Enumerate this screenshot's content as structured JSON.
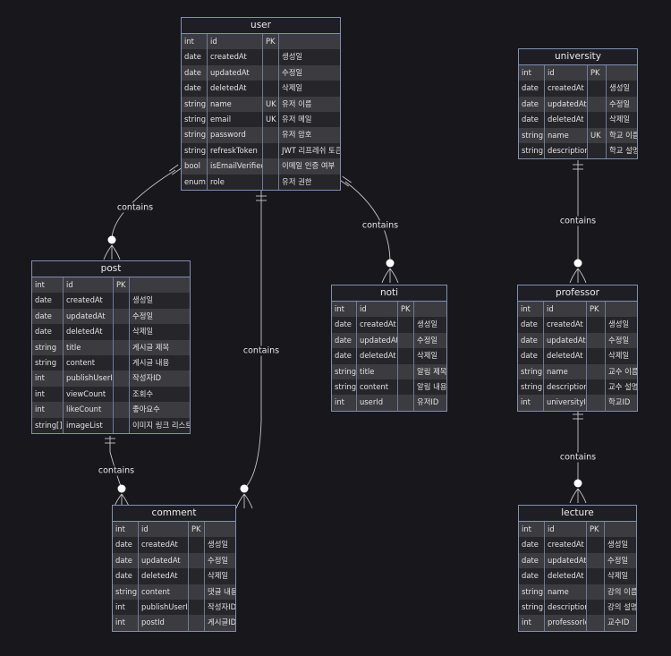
{
  "entities": {
    "user": {
      "title": "user",
      "rows": [
        [
          "int",
          "id",
          "PK",
          ""
        ],
        [
          "date",
          "createdAt",
          "",
          "생성일"
        ],
        [
          "date",
          "updatedAt",
          "",
          "수정일"
        ],
        [
          "date",
          "deletedAt",
          "",
          "삭제일"
        ],
        [
          "string",
          "name",
          "UK",
          "유저 이름"
        ],
        [
          "string",
          "email",
          "UK",
          "유저 메일"
        ],
        [
          "string",
          "password",
          "",
          "유저 암호"
        ],
        [
          "string",
          "refreskToken",
          "",
          "JWT 리프레쉬 토큰"
        ],
        [
          "bool",
          "isEmailVerified",
          "",
          "이메일 인증 여부"
        ],
        [
          "enum",
          "role",
          "",
          "유저 권한"
        ]
      ]
    },
    "university": {
      "title": "university",
      "rows": [
        [
          "int",
          "id",
          "PK",
          ""
        ],
        [
          "date",
          "createdAt",
          "",
          "생성일"
        ],
        [
          "date",
          "updatedAt",
          "",
          "수정일"
        ],
        [
          "date",
          "deletedAt",
          "",
          "삭제일"
        ],
        [
          "string",
          "name",
          "UK",
          "학교 이름"
        ],
        [
          "string",
          "description",
          "",
          "학교 설명"
        ]
      ]
    },
    "post": {
      "title": "post",
      "rows": [
        [
          "int",
          "id",
          "PK",
          ""
        ],
        [
          "date",
          "createdAt",
          "",
          "생성일"
        ],
        [
          "date",
          "updatedAt",
          "",
          "수정일"
        ],
        [
          "date",
          "deletedAt",
          "",
          "삭제일"
        ],
        [
          "string",
          "title",
          "",
          "게시글 제목"
        ],
        [
          "string",
          "content",
          "",
          "게시글 내용"
        ],
        [
          "int",
          "publishUserId",
          "",
          "작성자ID"
        ],
        [
          "int",
          "viewCount",
          "",
          "조회수"
        ],
        [
          "int",
          "likeCount",
          "",
          "좋아요수"
        ],
        [
          "string[]",
          "imageList",
          "",
          "이미지 링크 리스트"
        ]
      ]
    },
    "noti": {
      "title": "noti",
      "rows": [
        [
          "int",
          "id",
          "PK",
          ""
        ],
        [
          "date",
          "createdAt",
          "",
          "생성일"
        ],
        [
          "date",
          "updatedAt",
          "",
          "수정일"
        ],
        [
          "date",
          "deletedAt",
          "",
          "삭제일"
        ],
        [
          "string",
          "title",
          "",
          "알림 제목"
        ],
        [
          "string",
          "content",
          "",
          "알림 내용"
        ],
        [
          "int",
          "userId",
          "",
          "유저ID"
        ]
      ]
    },
    "professor": {
      "title": "professor",
      "rows": [
        [
          "int",
          "id",
          "PK",
          ""
        ],
        [
          "date",
          "createdAt",
          "",
          "생성일"
        ],
        [
          "date",
          "updatedAt",
          "",
          "수정일"
        ],
        [
          "date",
          "deletedAt",
          "",
          "삭제일"
        ],
        [
          "string",
          "name",
          "",
          "교수 이름"
        ],
        [
          "string",
          "description",
          "",
          "교수 설명"
        ],
        [
          "int",
          "universityId",
          "",
          "학교ID"
        ]
      ]
    },
    "comment": {
      "title": "comment",
      "rows": [
        [
          "int",
          "id",
          "PK",
          ""
        ],
        [
          "date",
          "createdAt",
          "",
          "생성일"
        ],
        [
          "date",
          "updatedAt",
          "",
          "수정일"
        ],
        [
          "date",
          "deletedAt",
          "",
          "삭제일"
        ],
        [
          "string",
          "content",
          "",
          "댓글 내용"
        ],
        [
          "int",
          "publishUserId",
          "",
          "작성자ID"
        ],
        [
          "int",
          "postId",
          "",
          "게시글ID"
        ]
      ]
    },
    "lecture": {
      "title": "lecture",
      "rows": [
        [
          "int",
          "id",
          "PK",
          ""
        ],
        [
          "date",
          "createdAt",
          "",
          "생성일"
        ],
        [
          "date",
          "updatedAt",
          "",
          "수정일"
        ],
        [
          "date",
          "deletedAt",
          "",
          "삭제일"
        ],
        [
          "string",
          "name",
          "",
          "강의 이름"
        ],
        [
          "string",
          "description",
          "",
          "강의 설명"
        ],
        [
          "int",
          "professorId",
          "",
          "교수ID"
        ]
      ]
    }
  },
  "relationships": [
    {
      "from": "user",
      "to": "post",
      "label": "contains"
    },
    {
      "from": "user",
      "to": "noti",
      "label": "contains"
    },
    {
      "from": "user",
      "to": "comment",
      "label": "contains"
    },
    {
      "from": "post",
      "to": "comment",
      "label": "contains"
    },
    {
      "from": "university",
      "to": "professor",
      "label": "contains"
    },
    {
      "from": "professor",
      "to": "lecture",
      "label": "contains"
    }
  ],
  "colors": {
    "background": "#17171c",
    "border": "#8090b0",
    "row_odd": "#3b3b40",
    "row_even": "#25252a",
    "edge": "#c8c8c8"
  }
}
